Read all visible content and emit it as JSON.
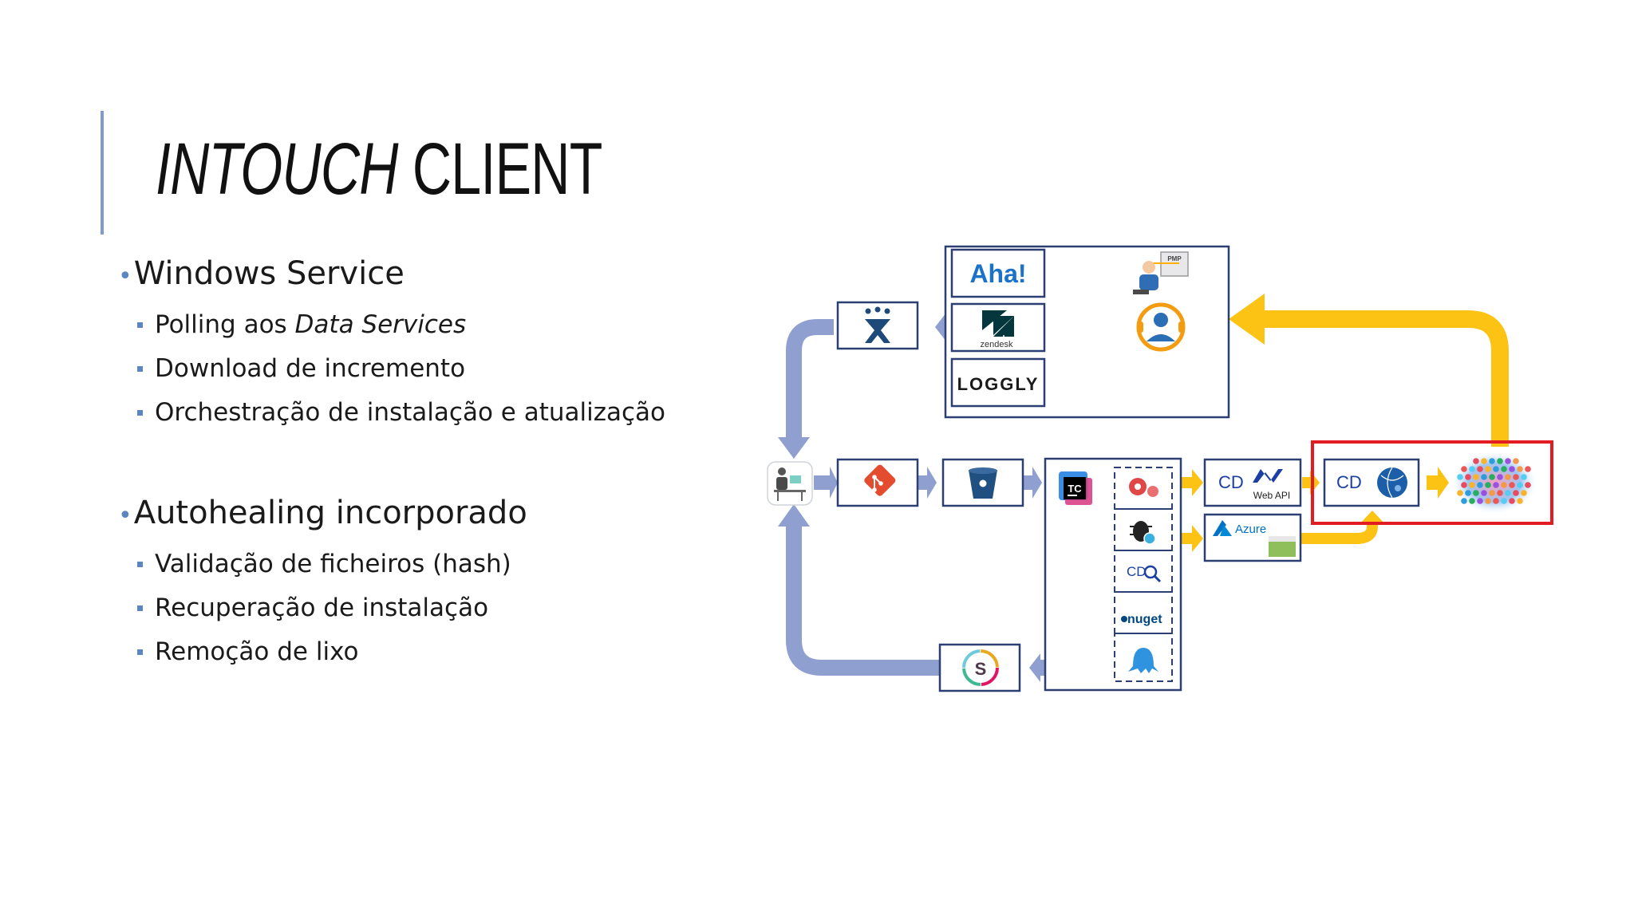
{
  "slide": {
    "title_italic": "INTOUCH",
    "title_rest": " CLIENT"
  },
  "bullets": [
    {
      "text": "Windows Service",
      "subs": [
        {
          "pre": "Polling aos ",
          "em": "Data Services"
        },
        {
          "pre": "Download de incremento",
          "em": ""
        },
        {
          "pre": "Orchestração de instalação e atualização",
          "em": ""
        }
      ]
    },
    {
      "text": "Autohealing incorporado",
      "subs": [
        {
          "pre": "Validação de ficheiros (hash)",
          "em": ""
        },
        {
          "pre": "Recuperação de instalação",
          "em": ""
        },
        {
          "pre": "Remoção de lixo",
          "em": ""
        }
      ]
    }
  ],
  "diagram": {
    "labels": {
      "aha": "Aha!",
      "zendesk": "zendesk",
      "loggly": "LOGGLY",
      "pmp": "PMP",
      "teamcity": "TC",
      "nuget": "nuget",
      "cd1": "CD",
      "cd2": "CD",
      "cd3": "CD",
      "webapi": "Web API",
      "azure": "Azure",
      "slack": "S"
    },
    "colors": {
      "blue_arrow": "#8e9fd0",
      "yellow_arrow": "#fcc314",
      "box_border": "#2b3f72",
      "highlight": "#e31b23",
      "aha_blue": "#1a72c9",
      "git_red": "#e44c30",
      "bitbucket_blue": "#205081",
      "azure_blue": "#0072c6",
      "dotnet_blue": "#1b3fa2"
    },
    "icons": [
      "jira-icon",
      "developer-icon",
      "git-icon",
      "bitbucket-icon",
      "teamcity-icon",
      "ruby-gear-icon",
      "bug-search-icon",
      "cd-search-icon",
      "nuget-icon",
      "octopus-icon",
      "slack-icon",
      "pmp-person-icon",
      "support-agent-icon",
      "globe-icon",
      "user-cloud-icon"
    ]
  }
}
